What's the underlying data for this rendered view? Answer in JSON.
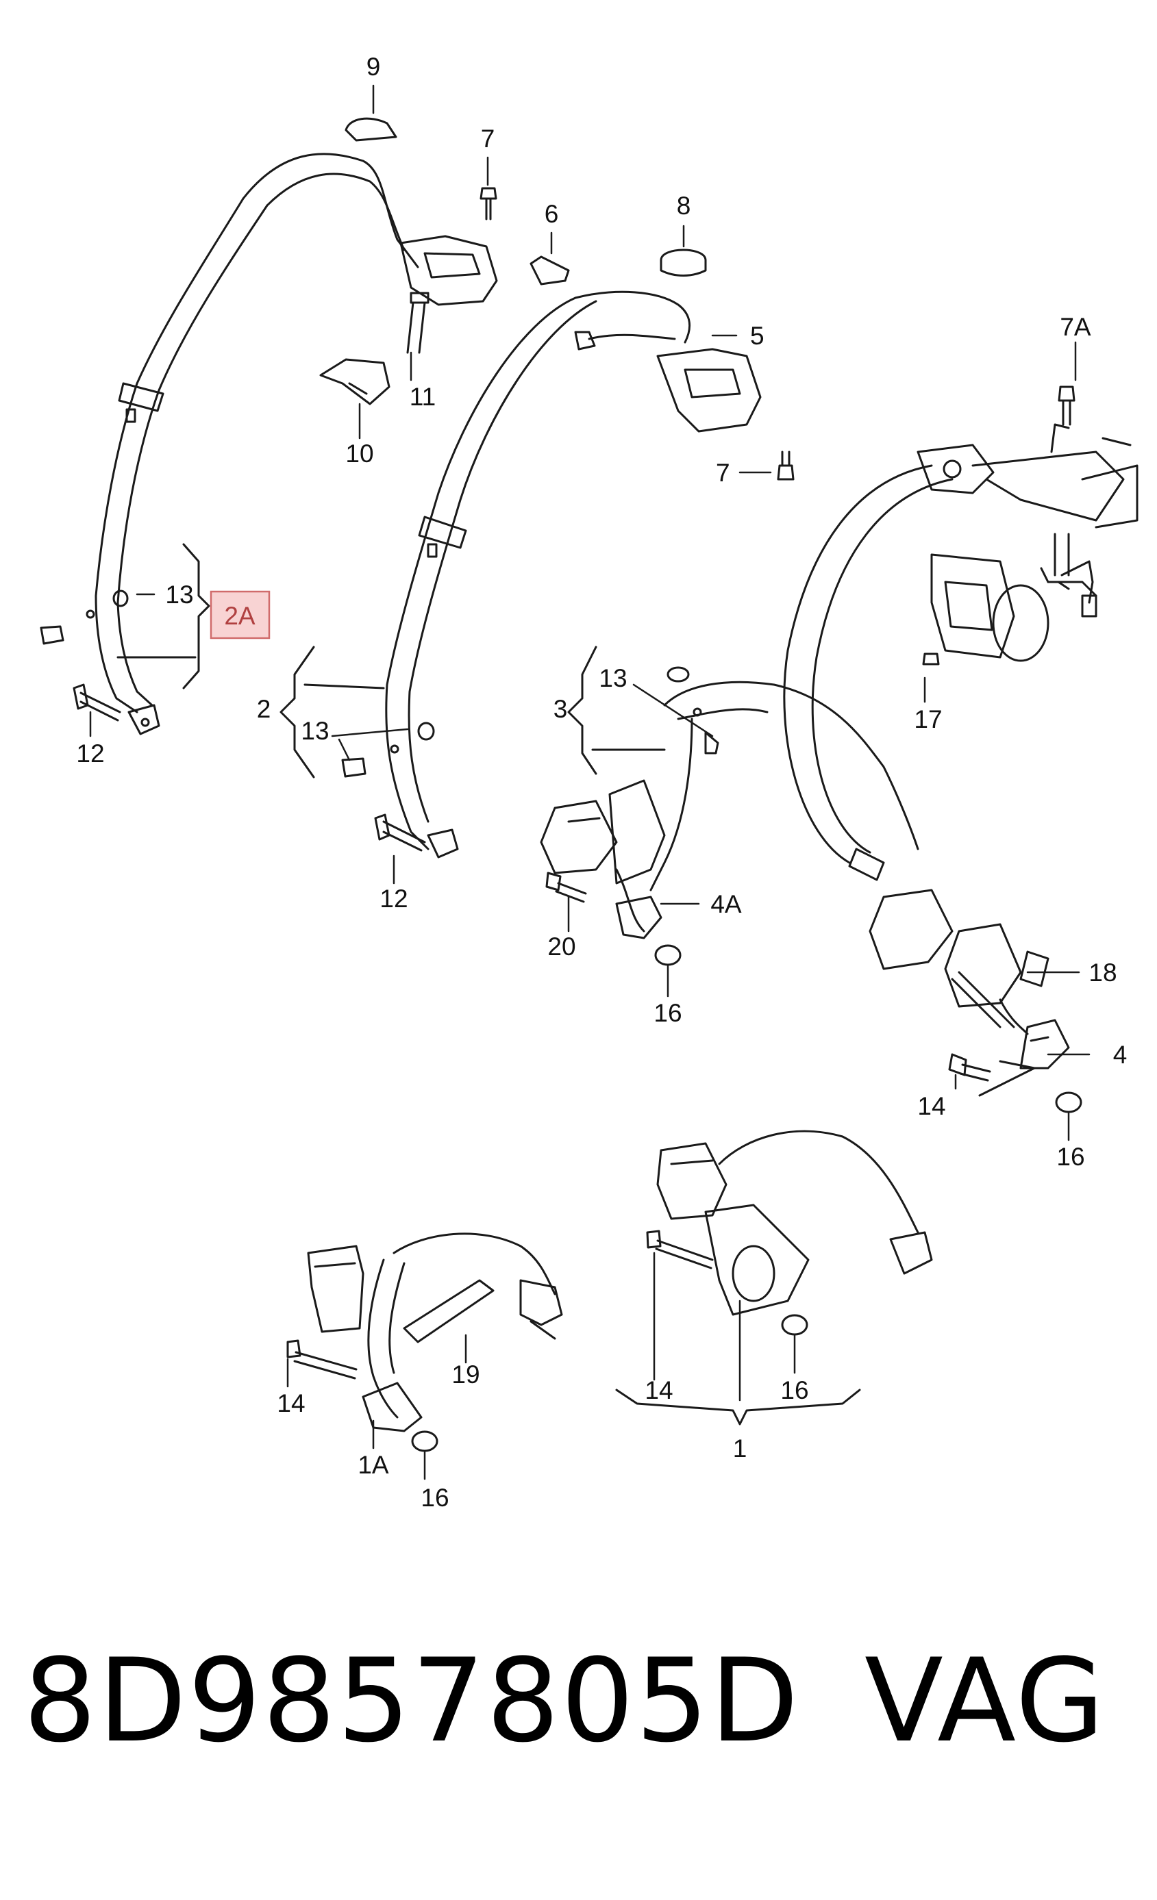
{
  "callouts": [
    {
      "id": "c9",
      "text": "9"
    },
    {
      "id": "c7a",
      "text": "7"
    },
    {
      "id": "c6",
      "text": "6"
    },
    {
      "id": "c8",
      "text": "8"
    },
    {
      "id": "c5",
      "text": "5"
    },
    {
      "id": "c7b",
      "text": "7"
    },
    {
      "id": "c7A",
      "text": "7A"
    },
    {
      "id": "c11",
      "text": "11"
    },
    {
      "id": "c10",
      "text": "10"
    },
    {
      "id": "c13a",
      "text": "13"
    },
    {
      "id": "c2A",
      "text": "2A"
    },
    {
      "id": "c12a",
      "text": "12"
    },
    {
      "id": "c2",
      "text": "2"
    },
    {
      "id": "c13b",
      "text": "13"
    },
    {
      "id": "c12b",
      "text": "12"
    },
    {
      "id": "c3",
      "text": "3"
    },
    {
      "id": "c13c",
      "text": "13"
    },
    {
      "id": "c17",
      "text": "17"
    },
    {
      "id": "c4A",
      "text": "4A"
    },
    {
      "id": "c20",
      "text": "20"
    },
    {
      "id": "c16a",
      "text": "16"
    },
    {
      "id": "c18",
      "text": "18"
    },
    {
      "id": "c4",
      "text": "4"
    },
    {
      "id": "c14a",
      "text": "14"
    },
    {
      "id": "c16b",
      "text": "16"
    },
    {
      "id": "c14b",
      "text": "14"
    },
    {
      "id": "c19",
      "text": "19"
    },
    {
      "id": "c1A",
      "text": "1A"
    },
    {
      "id": "c16c",
      "text": "16"
    },
    {
      "id": "c14c",
      "text": "14"
    },
    {
      "id": "c16d",
      "text": "16"
    },
    {
      "id": "c1",
      "text": "1"
    }
  ],
  "highlight_color": "#f8d3d3",
  "part_number": "8D9857805D",
  "brand": "VAG"
}
